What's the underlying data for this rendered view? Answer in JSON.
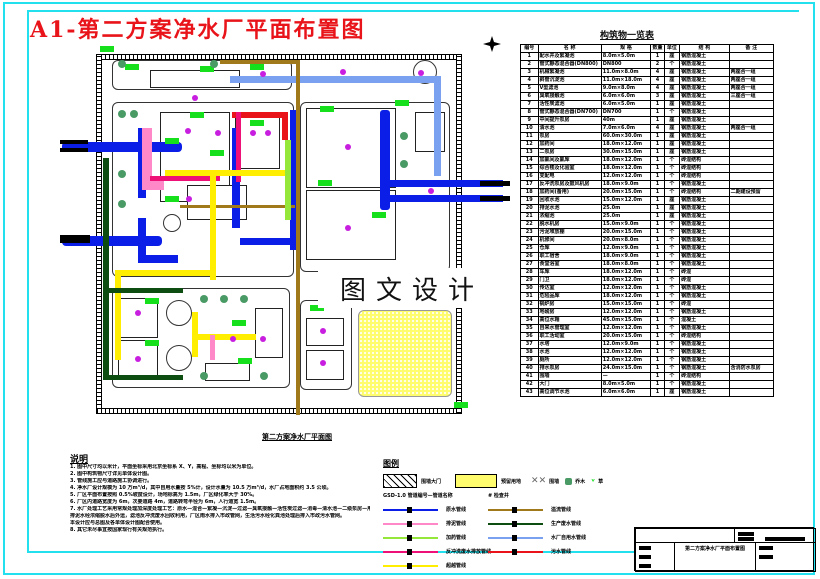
{
  "title": "A1-第二方案净水厂平面布置图",
  "watermark": "图文设计",
  "plan": {
    "caption": "第二方案净水厂平面图",
    "north_arrow_icon": "north-arrow-icon",
    "pipe_colors": {
      "raw_water": "#0a1ee8",
      "sludge": "#ff88c8",
      "drain": "#95e83a",
      "backwash_wastewater": "#ee1077",
      "chemical": "#ffee00",
      "overflow": "#a07a1a",
      "production_drain": "#0d4d12",
      "plant_water": "#7aa0f0",
      "sewage": "#e8141a"
    }
  },
  "equipment_table": {
    "title": "构筑物一览表",
    "headers": [
      "编号",
      "名 称",
      "规 格",
      "数量",
      "单位",
      "结 构",
      "备 注"
    ],
    "rows": [
      [
        "1",
        "配水井及絮凝池",
        "8.0m×5.0m",
        "1",
        "座",
        "钢筋混凝土",
        ""
      ],
      [
        "2",
        "管式静态混合器(DN800)",
        "DN800",
        "2",
        "个",
        "钢筋混凝土",
        ""
      ],
      [
        "3",
        "机械絮凝池",
        "11.0m×8.0m",
        "4",
        "座",
        "钢筋混凝土",
        "两座合一组"
      ],
      [
        "4",
        "斜管沉淀池",
        "11.0m×18.0m",
        "4",
        "座",
        "钢筋混凝土",
        "两座合一组"
      ],
      [
        "5",
        "V型滤池",
        "9.0m×8.0m",
        "4",
        "座",
        "钢筋混凝土",
        "两座合一组"
      ],
      [
        "6",
        "臭氧接触池",
        "6.0m×6.0m",
        "3",
        "座",
        "钢筋混凝土",
        "三座合一组"
      ],
      [
        "7",
        "活性炭滤池",
        "6.0m×5.0m",
        "1",
        "座",
        "钢筋混凝土",
        ""
      ],
      [
        "8",
        "管式静态混合器(DN700)",
        "DN700",
        "1",
        "个",
        "钢筋混凝土",
        ""
      ],
      [
        "9",
        "中间提升泵房",
        "40m",
        "1",
        "座",
        "钢筋混凝土",
        ""
      ],
      [
        "10",
        "清水池",
        "7.0m×6.0m",
        "4",
        "座",
        "钢筋混凝土",
        "两座合一组"
      ],
      [
        "11",
        "泵房",
        "60.0m×30.0m",
        "1",
        "座",
        "钢筋混凝土",
        ""
      ],
      [
        "12",
        "加药间",
        "18.0m×12.0m",
        "1",
        "座",
        "钢筋混凝土",
        ""
      ],
      [
        "13",
        "二泵房",
        "30.0m×15.0m",
        "1",
        "座",
        "钢筋混凝土",
        ""
      ],
      [
        "14",
        "加氯间及氯库",
        "18.0m×12.0m",
        "1",
        "个",
        "砖混结构",
        ""
      ],
      [
        "15",
        "综合楼及化验室",
        "18.0m×12.0m",
        "1",
        "个",
        "砖混结构",
        ""
      ],
      [
        "16",
        "变配电",
        "12.0m×12.0m",
        "1",
        "个",
        "砖混结构",
        ""
      ],
      [
        "17",
        "反冲洗泵房及鼓风机房",
        "18.0m×9.0m",
        "1",
        "个",
        "钢筋混凝土",
        ""
      ],
      [
        "18",
        "加药间(备用)",
        "20.0m×15.0m",
        "1",
        "个",
        "砖混结构",
        "二期建设预留"
      ],
      [
        "19",
        "回收水池",
        "15.0m×12.0m",
        "1",
        "座",
        "钢筋混凝土",
        ""
      ],
      [
        "20",
        "排泥水池",
        "25.0m",
        "1",
        "座",
        "钢筋混凝土",
        ""
      ],
      [
        "21",
        "浓缩池",
        "25.0m",
        "1",
        "座",
        "钢筋混凝土",
        ""
      ],
      [
        "22",
        "脱水机房",
        "15.0m×9.0m",
        "1",
        "个",
        "钢筋混凝土",
        ""
      ],
      [
        "23",
        "污泥堆放棚",
        "20.0m×15.0m",
        "1",
        "个",
        "钢筋混凝土",
        ""
      ],
      [
        "24",
        "机修间",
        "20.0m×8.0m",
        "1",
        "个",
        "钢筋混凝土",
        ""
      ],
      [
        "25",
        "仓库",
        "12.0m×9.0m",
        "1",
        "个",
        "钢筋混凝土",
        ""
      ],
      [
        "26",
        "职工宿舍",
        "18.0m×9.0m",
        "1",
        "个",
        "钢筋混凝土",
        ""
      ],
      [
        "27",
        "食堂浴室",
        "18.0m×8.0m",
        "1",
        "个",
        "钢筋混凝土",
        ""
      ],
      [
        "28",
        "车库",
        "18.0m×12.0m",
        "1",
        "个",
        "砖混",
        ""
      ],
      [
        "29",
        "门卫",
        "18.0m×12.0m",
        "1",
        "个",
        "砖混",
        ""
      ],
      [
        "30",
        "传达室",
        "12.0m×12.0m",
        "1",
        "个",
        "钢筋混凝土",
        ""
      ],
      [
        "31",
        "危险品库",
        "18.0m×12.0m",
        "1",
        "个",
        "钢筋混凝土",
        ""
      ],
      [
        "32",
        "锅炉房",
        "15.0m×15.0m",
        "1",
        "个",
        "砖混",
        ""
      ],
      [
        "33",
        "地磅房",
        "12.0m×12.0m",
        "1",
        "个",
        "钢筋混凝土",
        ""
      ],
      [
        "34",
        "高位水箱",
        "45.0m×15.0m",
        "1",
        "个",
        "混凝土",
        ""
      ],
      [
        "35",
        "自来水管理室",
        "12.0m×12.0m",
        "1",
        "个",
        "钢筋混凝土",
        ""
      ],
      [
        "36",
        "职工活动室",
        "20.0m×15.0m",
        "1",
        "个",
        "砖混结构",
        ""
      ],
      [
        "37",
        "水塔",
        "12.0m×9.0m",
        "1",
        "个",
        "钢筋混凝土",
        ""
      ],
      [
        "38",
        "水池",
        "12.0m×12.0m",
        "1",
        "个",
        "钢筋混凝土",
        ""
      ],
      [
        "39",
        "厕所",
        "12.0m×12.0m",
        "1",
        "个",
        "钢筋混凝土",
        ""
      ],
      [
        "40",
        "排水泵房",
        "24.0m×15.0m",
        "1",
        "个",
        "钢筋混凝土",
        "含消防水泵房"
      ],
      [
        "41",
        "围墙",
        "—",
        "1",
        "个",
        "砖混结构",
        ""
      ],
      [
        "42",
        "大门",
        "8.0m×5.0m",
        "1",
        "个",
        "钢筋混凝土",
        ""
      ],
      [
        "43",
        "高位调节水池",
        "6.0m×6.0m",
        "1",
        "座",
        "钢筋混凝土",
        ""
      ]
    ]
  },
  "notes": {
    "heading": "说明",
    "items": [
      "1. 图中尺寸均以米计，平面坐标采用北京坐标系 X、Y，高程、坐标均以米为单位。",
      "2. 图中构筑物尺寸详见单体设计图。",
      "3. 管线施工应与道路施工协调进行。",
      "4. 净水厂设计规模为 10 万m³/d，其中自用水量按 5%计，设计水量为 10.5 万m³/d，水厂占地面积约 3.5 公顷。",
      "5. 厂区平面布置按照 0.5%坡度设计，场地标高为 1.5m，厂区绿化率大于 30%。",
      "6. 厂区内道路宽度为 6m，次要道路 4m，道路转弯半径为 6m，人行道宽 1.5m。",
      "7. 水厂处理工艺采用常规处理加深度处理工艺：原水—混合—絮凝—沉淀—过滤—臭氧接触—活性炭过滤—消毒—清水池—二级泵房—用户。",
      "   排泥水经浓缩脱水后外运，滤池反冲洗废水回收利用，厂区雨水排入市政管网，生活污水经化粪池处理后排入市政污水管网。",
      "   本设计应与总图及各单体设计图配合使用。",
      "8. 其它未尽事宜按国家现行有关规范执行。"
    ]
  },
  "legend": {
    "heading": "图例",
    "symbols": [
      {
        "label": "围墙大门",
        "swatch": "hatch"
      },
      {
        "label": "预留用地",
        "swatch": "yellow"
      },
      {
        "label": "围墙",
        "swatch": "cross"
      },
      {
        "label": "乔木",
        "swatch": "tree"
      },
      {
        "label": "草",
        "swatch": "grass"
      }
    ],
    "notes_row": [
      "GSD-1.0  管道编号—管道名称",
      "# 检查井"
    ],
    "lines": [
      {
        "label": "原水管线",
        "color": "#0a1ee8"
      },
      {
        "label": "排泥管线",
        "color": "#ff88c8"
      },
      {
        "label": "加药管线",
        "color": "#95e83a"
      },
      {
        "label": "反冲洗废水排放管线",
        "color": "#ee1077"
      },
      {
        "label": "超越管线",
        "color": "#ffee00"
      },
      {
        "label": "溢流管线",
        "color": "#a07a1a"
      },
      {
        "label": "生产废水管线",
        "color": "#0d4d12"
      },
      {
        "label": "水厂自用水管线",
        "color": "#7aa0f0"
      },
      {
        "label": "污水管线",
        "color": "#e8141a"
      }
    ]
  },
  "title_block": {
    "drawing_name": "第二方案净水厂平面布置图"
  }
}
